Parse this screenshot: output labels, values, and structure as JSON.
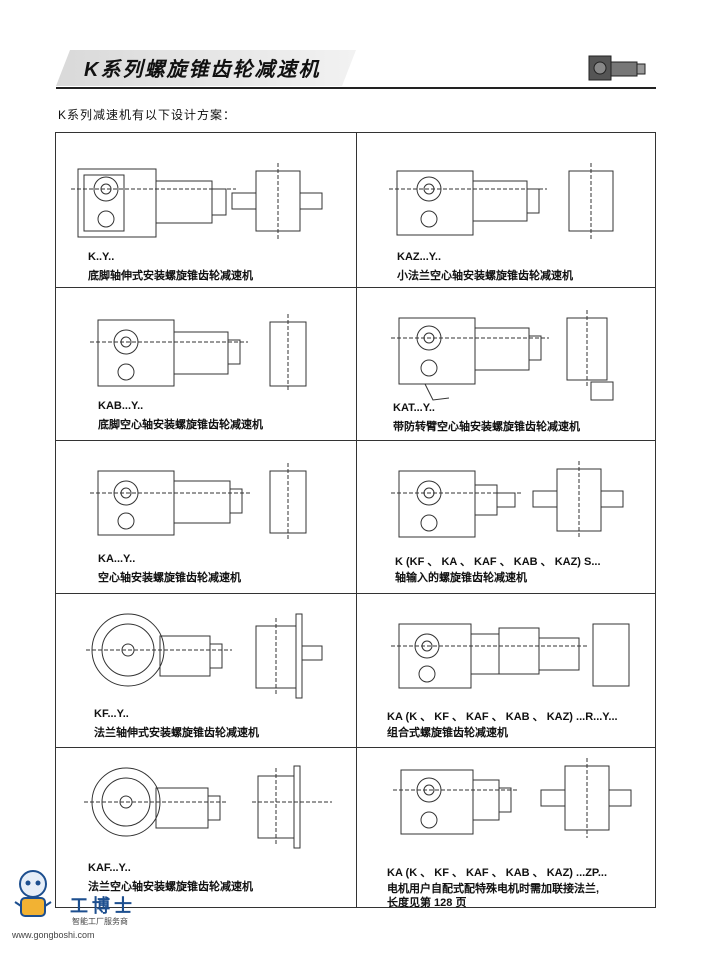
{
  "header": {
    "title": "K系列螺旋锥齿轮减速机",
    "intro": "K系列减速机有以下设计方案："
  },
  "cells": [
    {
      "code": "K..Y..",
      "desc": "底脚轴伸式安装螺旋锥齿轮减速机"
    },
    {
      "code": "KAZ...Y..",
      "desc": "小法兰空心轴安装螺旋锥齿轮减速机"
    },
    {
      "code": "KAB...Y..",
      "desc": "底脚空心轴安装螺旋锥齿轮减速机"
    },
    {
      "code": "KAT...Y..",
      "desc": "带防转臂空心轴安装螺旋锥齿轮减速机"
    },
    {
      "code": "KA...Y..",
      "desc": "空心轴安装螺旋锥齿轮减速机"
    },
    {
      "code": "K (KF 、 KA 、 KAF 、 KAB 、 KAZ) S...",
      "desc": "轴输入的螺旋锥齿轮减速机"
    },
    {
      "code": "KF...Y..",
      "desc": "法兰轴伸式安装螺旋锥齿轮减速机"
    },
    {
      "code": "KA (K 、 KF 、 KAF 、 KAB 、 KAZ) ...R...Y...",
      "desc": "组合式螺旋锥齿轮减速机"
    },
    {
      "code": "KAF...Y..",
      "desc": "法兰空心轴安装螺旋锥齿轮减速机"
    },
    {
      "code": "KA (K 、 KF 、 KAF 、 KAB 、 KAZ) ...ZP...",
      "desc": "电机用户自配式配特殊电机时需加联接法兰,",
      "desc2": "长度见第 128 页"
    }
  ],
  "watermark": {
    "name": "工博士",
    "tagline": "智能工厂服务商",
    "url": "www.gongboshi.com"
  }
}
